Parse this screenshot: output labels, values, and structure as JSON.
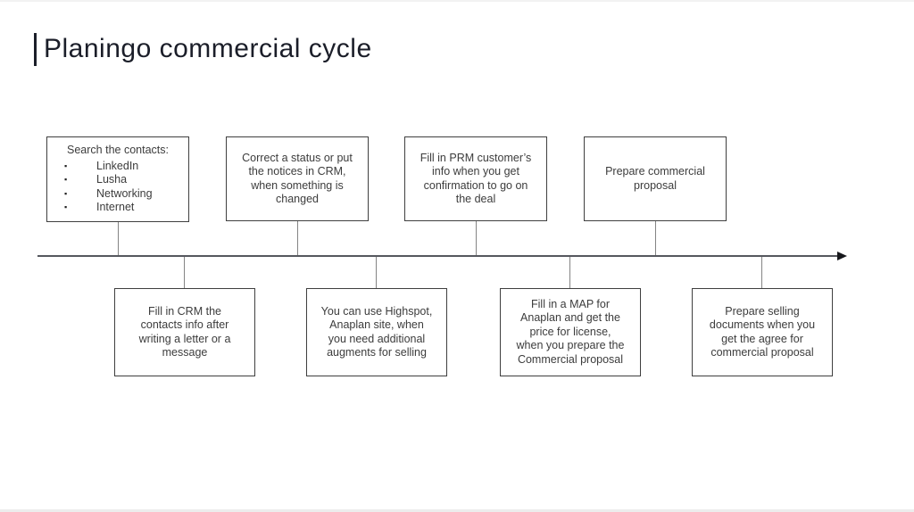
{
  "slide": {
    "title": "Planingo commercial cycle"
  },
  "diagram": {
    "top_boxes": [
      {
        "heading": "Search the contacts:",
        "bullets": [
          "LinkedIn",
          "Lusha",
          "Networking",
          "Internet"
        ]
      },
      {
        "text": "Correct a status or put\nthe notices in CRM,\nwhen something is\nchanged"
      },
      {
        "text": "Fill in PRM customer’s\ninfo when you get\nconfirmation to go on\nthe deal"
      },
      {
        "text": "Prepare commercial\nproposal"
      }
    ],
    "bottom_boxes": [
      {
        "text": "Fill in CRM the\ncontacts info after\nwriting a letter or a\nmessage"
      },
      {
        "text": "You can use Highspot,\nAnaplan site, when\nyou need additional\naugments for selling"
      },
      {
        "text": "Fill in a MAP for\nAnaplan and get the\nprice for license,\nwhen you prepare the\nCommercial proposal"
      },
      {
        "text": "Prepare selling\ndocuments when you\nget the agree for\ncommercial proposal"
      }
    ]
  },
  "colors": {
    "title": "#1b1e29",
    "box_border": "#3f3f3f",
    "box_text": "#3c3c3c",
    "timeline": "#55585e",
    "arrowhead": "#17181c",
    "connector": "#848484",
    "background": "#ffffff"
  }
}
